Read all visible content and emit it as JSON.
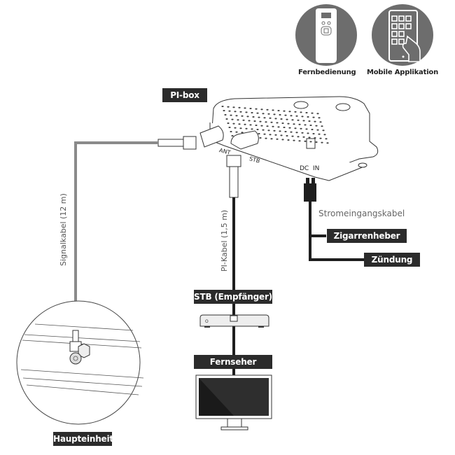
{
  "control_options": [
    {
      "label": "Fernbedienung",
      "icon": "remote-control-icon"
    },
    {
      "label": "Mobile Applikation",
      "icon": "mobile-app-icon"
    }
  ],
  "device": {
    "label": "PI-box",
    "ports": {
      "ant": "ANT",
      "stb": "STB",
      "dc_in": "DC  IN"
    }
  },
  "cables": {
    "signal": "Signalkabel (12 m)",
    "pi": "PI-Kabel (1,5 m)",
    "power": "Stromeingangskabel"
  },
  "power_sources": [
    "Zigarrenheber",
    "Zündung"
  ],
  "receiver": {
    "label": "STB (Empfänger)"
  },
  "tv": {
    "label": "Fernseher"
  },
  "main_unit": {
    "label": "Haupteinheit"
  },
  "colors": {
    "label_bg": "#2b2b2b",
    "icon_circle": "#6d6d6d",
    "signal_cable": "#8a8a8a",
    "pi_cable": "#1e1e1e"
  }
}
